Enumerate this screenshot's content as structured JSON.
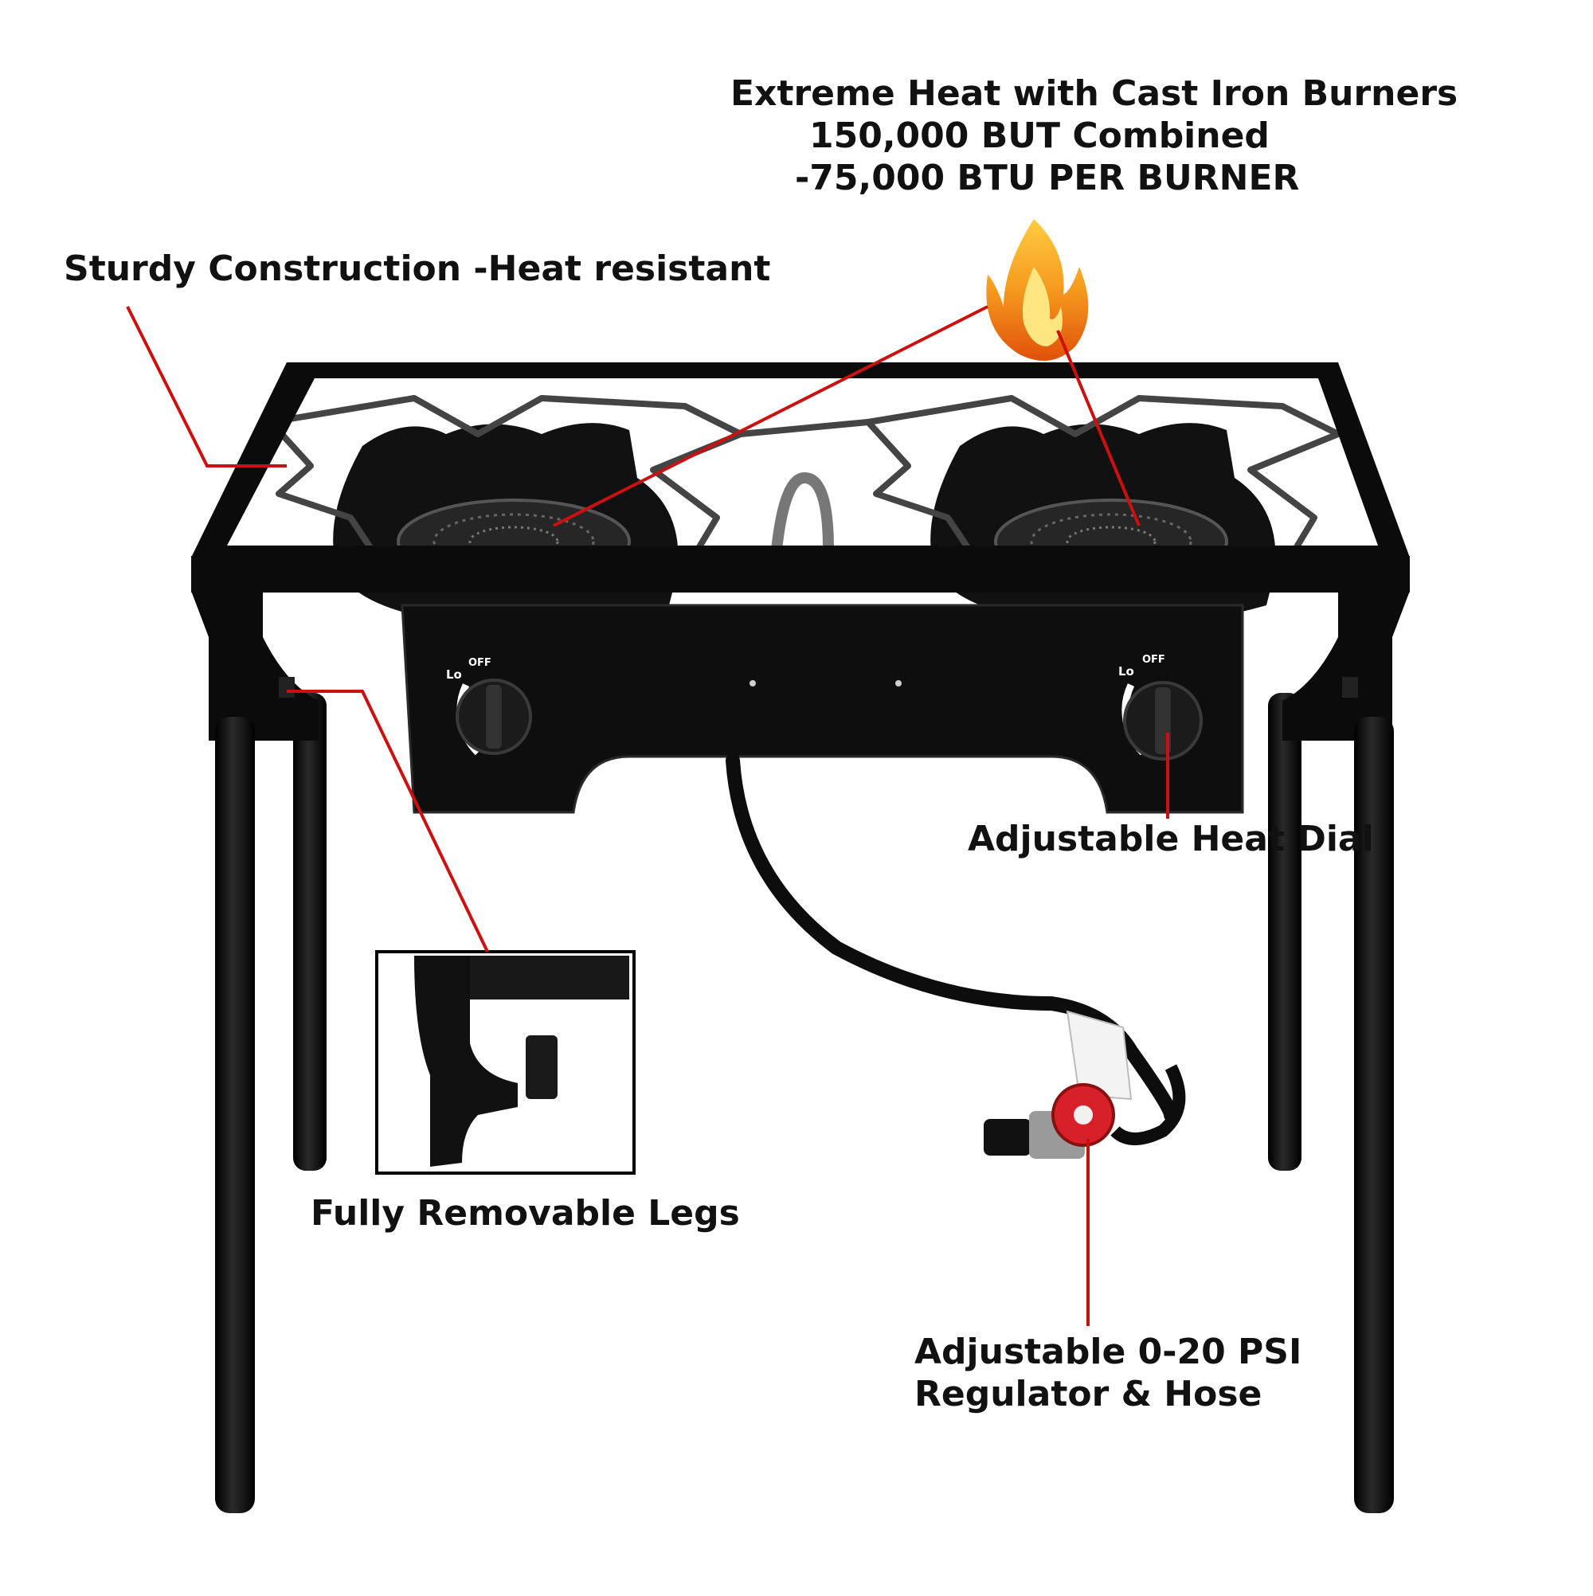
{
  "annotations": {
    "heat": {
      "line1": "Extreme Heat with Cast Iron Burners",
      "line2": "150,000 BUT Combined",
      "line3": "-75,000 BTU PER BURNER"
    },
    "sturdy": "Sturdy Construction -Heat resistant",
    "dial": "Adjustable Heat Dial",
    "legs": "Fully Removable Legs",
    "regulator": {
      "line1": "Adjustable 0-20 PSI",
      "line2": "Regulator & Hose"
    }
  },
  "knob_markings": {
    "low": "Lo",
    "off": "OFF"
  },
  "colors": {
    "callout_line": "#cc1010",
    "stove_body": "#111111",
    "regulator_dial": "#d8202a",
    "flame_outer": "#f08a18",
    "flame_inner": "#ffd23a"
  },
  "icons": [
    "flame-icon"
  ]
}
